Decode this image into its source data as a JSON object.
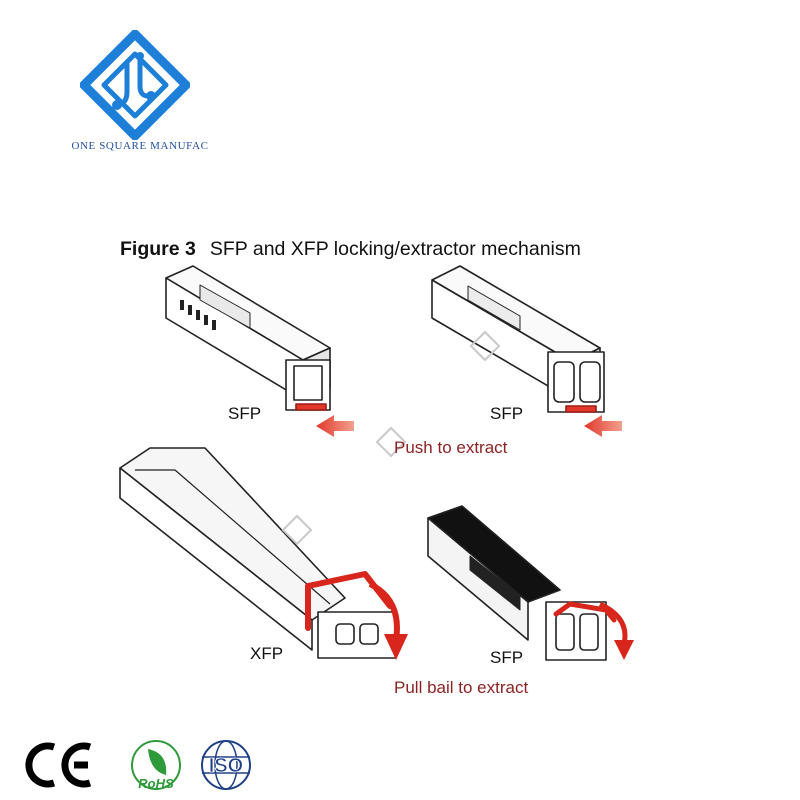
{
  "brand": {
    "name": "ONE SQUARE MANUFAC"
  },
  "figure": {
    "number": "Figure 3",
    "title": "SFP and XFP locking/extractor mechanism"
  },
  "labels": {
    "sfp_top_left": "SFP",
    "sfp_top_right": "SFP",
    "xfp": "XFP",
    "sfp_bottom": "SFP",
    "push_to_extract": "Push to extract",
    "pull_bail_to_extract": "Pull bail to extract"
  },
  "certifications": {
    "ce": "CE",
    "rohs": "RoHS",
    "iso": "ISO"
  },
  "colors": {
    "brand_blue": "#1e7fd8",
    "arrow_red": "#e2382b",
    "label_red": "#8c2323"
  },
  "icons": [
    "brand-logo-icon",
    "watermark-icon",
    "ce-mark-icon",
    "rohs-leaf-icon",
    "iso-globe-icon"
  ]
}
